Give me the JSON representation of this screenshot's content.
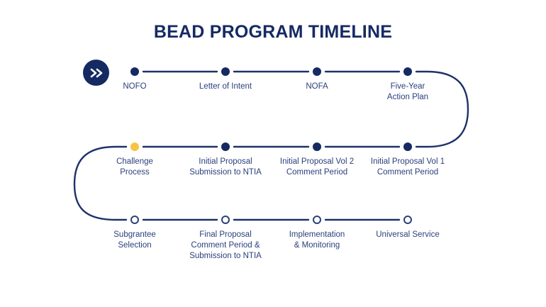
{
  "title": "BEAD PROGRAM TIMELINE",
  "colors": {
    "navy": "#152a63",
    "label_navy": "#2b417c",
    "gold": "#f6c344",
    "background": "#ffffff",
    "line": "#1d3268"
  },
  "start_icon": "double-chevron-right-icon",
  "rows": [
    {
      "id": "row-1",
      "direction": "left-to-right",
      "nodes": [
        {
          "label": "NOFO",
          "state": "completed",
          "marker": "filled-navy"
        },
        {
          "label": "Letter of Intent",
          "state": "completed",
          "marker": "filled-navy"
        },
        {
          "label": "NOFA",
          "state": "completed",
          "marker": "filled-navy"
        },
        {
          "label": "Five-Year\nAction Plan",
          "state": "completed",
          "marker": "filled-navy"
        }
      ]
    },
    {
      "id": "row-2",
      "direction": "right-to-left",
      "nodes": [
        {
          "label": "Challenge\nProcess",
          "state": "current",
          "marker": "filled-gold"
        },
        {
          "label": "Initial Proposal\nSubmission to NTIA",
          "state": "completed",
          "marker": "filled-navy"
        },
        {
          "label": "Initial Proposal Vol 2\nComment Period",
          "state": "completed",
          "marker": "filled-navy"
        },
        {
          "label": "Initial Proposal Vol 1\nComment Period",
          "state": "completed",
          "marker": "filled-navy"
        }
      ]
    },
    {
      "id": "row-3",
      "direction": "left-to-right",
      "nodes": [
        {
          "label": "Subgrantee\nSelection",
          "state": "upcoming",
          "marker": "hollow"
        },
        {
          "label": "Final Proposal\nComment Period &\nSubmission to NTIA",
          "state": "upcoming",
          "marker": "hollow"
        },
        {
          "label": "Implementation\n& Monitoring",
          "state": "upcoming",
          "marker": "hollow"
        },
        {
          "label": "Universal Service",
          "state": "upcoming",
          "marker": "hollow"
        }
      ]
    }
  ]
}
